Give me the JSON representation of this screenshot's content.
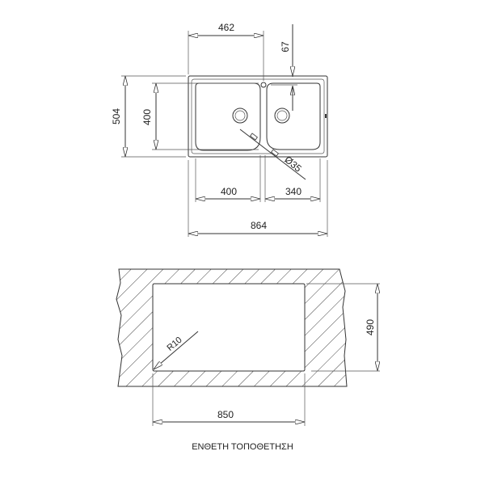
{
  "top_view": {
    "dimensions": {
      "tap_offset": "462",
      "tap_depth": "67",
      "total_depth": "504",
      "bowl_depth": "400",
      "left_bowl_width": "400",
      "right_bowl_width": "340",
      "total_width": "864",
      "drain_diameter": "Ø35"
    }
  },
  "cutout_view": {
    "dimensions": {
      "height": "490",
      "width": "850",
      "radius": "R10"
    }
  },
  "caption": "ΕΝΘΕΤΗ ΤΟΠΟΘΕΤΗΣΗ"
}
